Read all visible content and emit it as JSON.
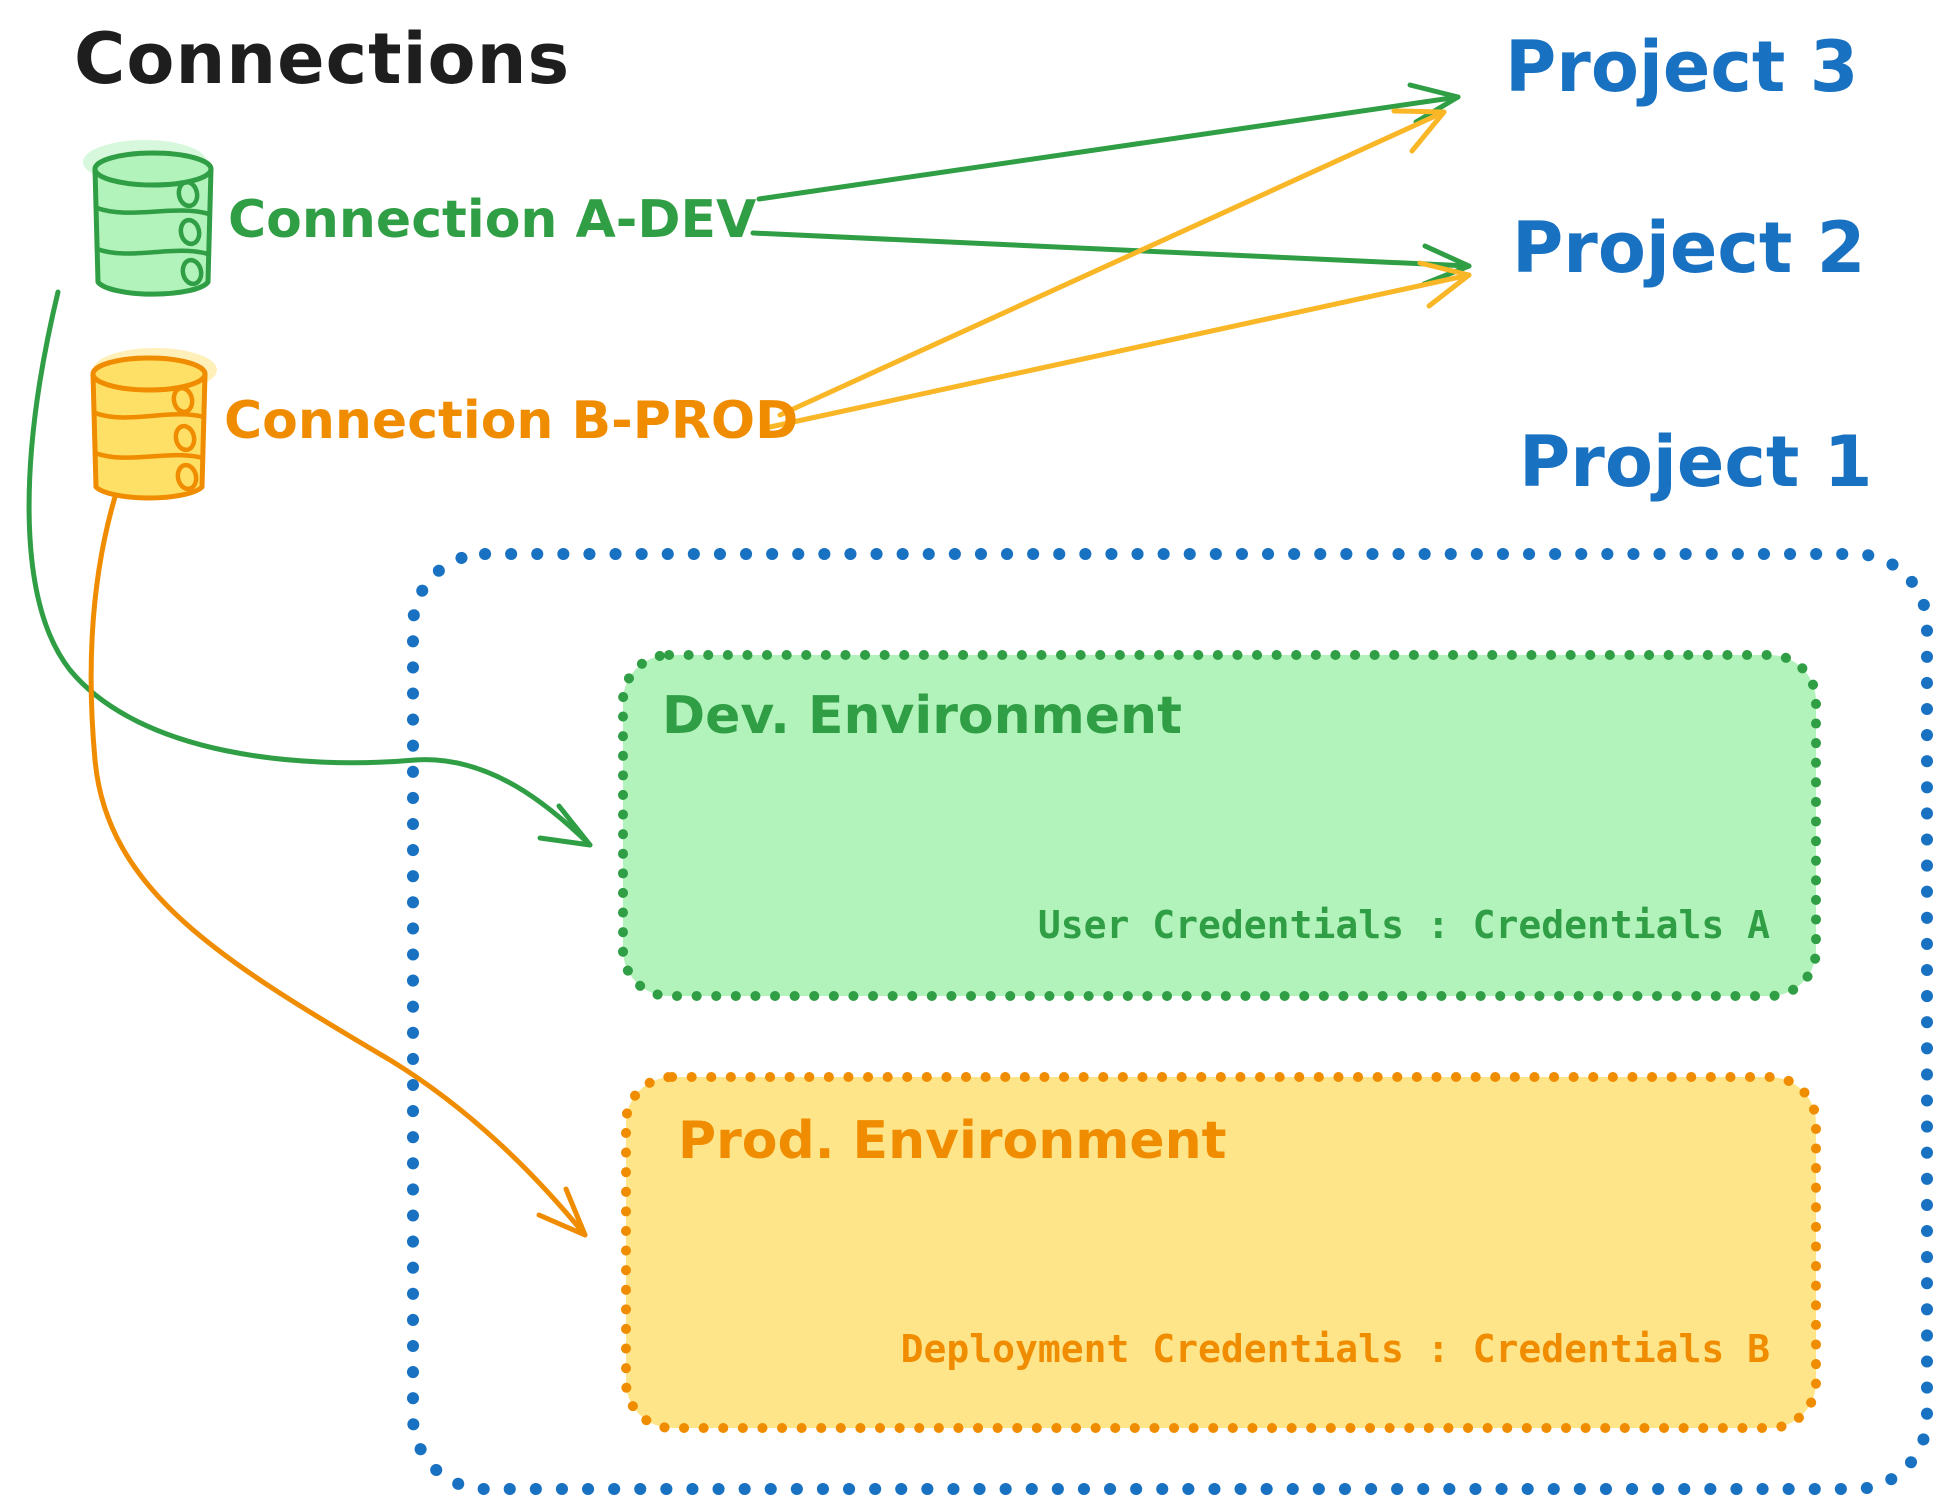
{
  "diagram": {
    "title": "Connections",
    "connections": [
      {
        "label": "Connection A-DEV",
        "icon": "database",
        "color": "#2f9e44",
        "fill": "#b2f2bb",
        "targets": [
          "Project 3",
          "Project 2",
          "Dev. Environment"
        ]
      },
      {
        "label": "Connection B-PROD",
        "icon": "database",
        "color": "#f08c00",
        "fill": "#ffe066",
        "targets": [
          "Project 3",
          "Project 2",
          "Prod. Environment"
        ]
      }
    ],
    "projects": [
      {
        "label": "Project 3"
      },
      {
        "label": "Project 2"
      },
      {
        "label": "Project 1"
      }
    ],
    "project1_detail": {
      "environments": [
        {
          "title": "Dev. Environment",
          "credentials_label": "User Credentials : Credentials A",
          "stroke": "#2f9e44",
          "fill": "#b2f2bb"
        },
        {
          "title": "Prod. Environment",
          "credentials_label": "Deployment Credentials : Credentials B",
          "stroke": "#f08c00",
          "fill": "#ffe58a"
        }
      ]
    },
    "colors": {
      "project_blue": "#1971c2",
      "title_black": "#1e1e1e",
      "dev_green": "#2f9e44",
      "prod_orange": "#f08c00"
    }
  }
}
